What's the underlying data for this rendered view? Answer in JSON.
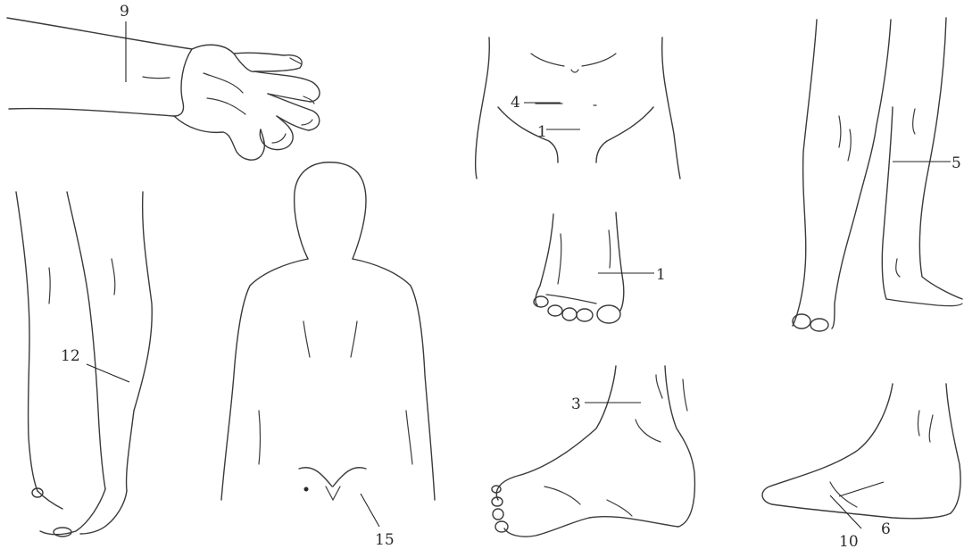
{
  "labels": {
    "n1": "1",
    "n3": "3",
    "n4": "4",
    "n5": "5",
    "n6": "6",
    "n9": "9",
    "n10": "10",
    "n12": "12",
    "n15": "15"
  },
  "figures": [
    "hand-wrist",
    "lower-abdomen",
    "foot-top",
    "legs-front",
    "leg-lower",
    "back",
    "foot-side",
    "foot-inner"
  ]
}
